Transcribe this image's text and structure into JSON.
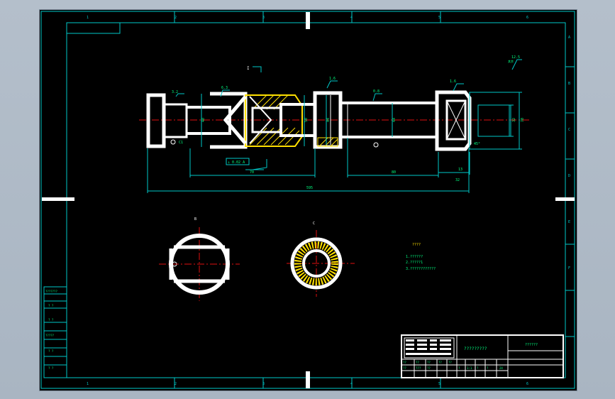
{
  "drawing": {
    "title": "?????????",
    "title_right": "??????",
    "scale_note": "?:1",
    "surface_mark": "12.5",
    "surface_mark2": "其余",
    "section_b": "B",
    "section_c": "C",
    "section_top": "I",
    "tech_title": "????",
    "tech_notes": [
      "1.??????",
      "2.?????1",
      "3.????????????"
    ],
    "side_labels": [
      "???????",
      "? ?",
      "? ?",
      "?????",
      "? ?",
      "? ?"
    ],
    "zone_numbers_top": [
      "1",
      "2",
      "3",
      "4",
      "5",
      "6"
    ],
    "zone_letters": [
      "A",
      "B",
      "C",
      "D",
      "E",
      "F"
    ],
    "dims": {
      "overall": "595",
      "left_span": "70",
      "right_span": "80",
      "dia_right": "70",
      "dia_left": "40",
      "dia_mid": "50",
      "dia_shaft": "44",
      "dia_shaft2": "32",
      "len_small": "13",
      "len_small2": "32",
      "gtol": "⊥ 0.02 A",
      "rough1": "3.2",
      "rough2": "6.3",
      "rough3": "1.6",
      "rough4": "0.8",
      "chamfer": "C1",
      "angle": "45°"
    },
    "title_block": {
      "r1": [
        "??",
        "??",
        "??",
        "??",
        "??"
      ],
      "r2": [
        "??",
        "???",
        "??"
      ],
      "r3": [
        "?",
        "1:1",
        "?",
        "?",
        "24"
      ]
    }
  }
}
